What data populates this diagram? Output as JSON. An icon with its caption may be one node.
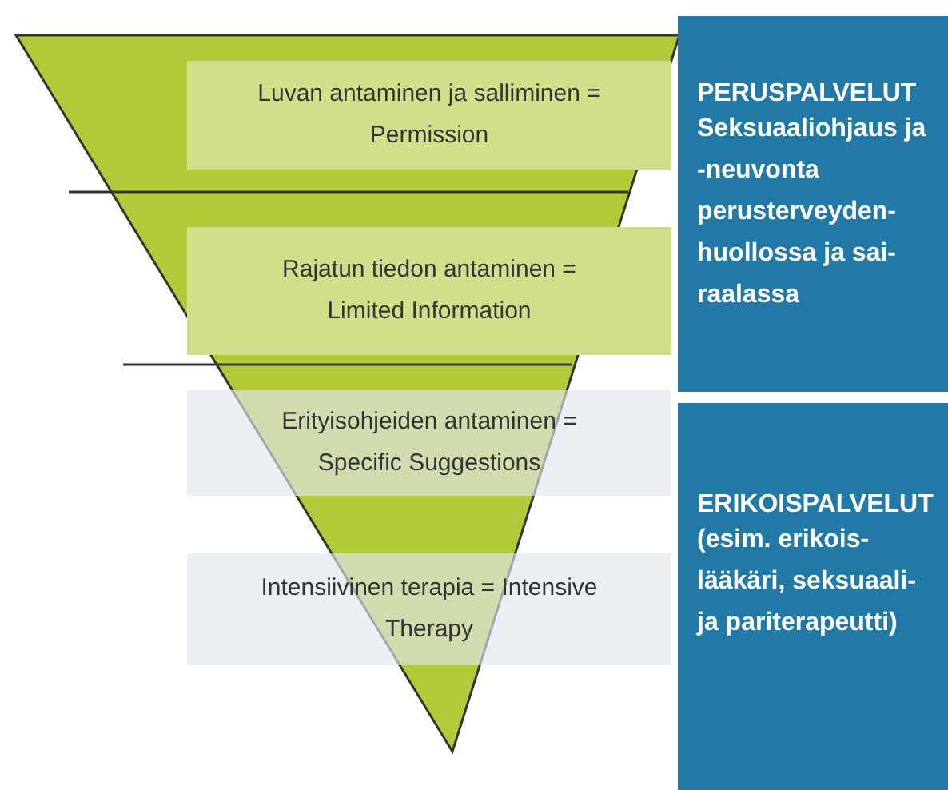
{
  "diagram": {
    "nodes": [
      {
        "text": [
          "Luvan antaminen ja salliminen = Permission"
        ]
      },
      {
        "text": [
          "Rajatun tiedon antaminen = Limited Information"
        ]
      },
      {
        "text": [
          "Erityisohjeiden antaminen = Specific Suggestions"
        ]
      },
      {
        "text": [
          "Intensiivinen terapia = Intensive Therapy"
        ]
      },
      {
        "text": [
          "PERUSPALVELUT",
          "Seksuaaliohjaus ja -neuvonta perusterveyden- huollossa ja sai- raalassa"
        ]
      },
      {
        "text": [
          "ERIKOISPALVELUT",
          "(esim. erikois- lääkäri, seksuaali- ja pariterapeutti)"
        ]
      }
    ],
    "edges": []
  }
}
